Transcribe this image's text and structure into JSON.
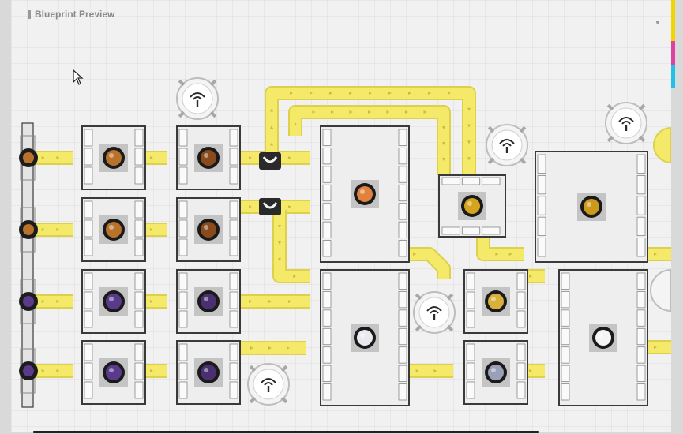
{
  "window": {
    "title": "Blueprint Preview"
  },
  "theme": {
    "belt": "#f5e96a",
    "belt_edge": "#dcd04c",
    "arrow": "#c9bd3a",
    "frame": "#3a3a3a",
    "machine_fill": "#eeeeee",
    "pad": "#c4c4c4",
    "accent_colors": [
      "#f2d400",
      "#e040a0",
      "#20c0e8"
    ]
  },
  "sources": [
    {
      "name": "source-1",
      "item": "copper-ore"
    },
    {
      "name": "source-2",
      "item": "copper-ore"
    },
    {
      "name": "source-3",
      "item": "purple-ore"
    },
    {
      "name": "source-4",
      "item": "purple-ore"
    }
  ],
  "machines": [
    {
      "name": "machine-crusher-1",
      "item": "copper-ore"
    },
    {
      "name": "machine-crusher-2",
      "item": "copper-ore"
    },
    {
      "name": "machine-crusher-3",
      "item": "purple-ore"
    },
    {
      "name": "machine-crusher-4",
      "item": "purple-ore"
    },
    {
      "name": "machine-refiner-1",
      "item": "copper-chunk"
    },
    {
      "name": "machine-refiner-2",
      "item": "copper-chunk"
    },
    {
      "name": "machine-refiner-3",
      "item": "purple-chunk"
    },
    {
      "name": "machine-refiner-4",
      "item": "purple-chunk"
    },
    {
      "name": "machine-cuber-top",
      "item": "copper-cube"
    },
    {
      "name": "machine-cuber-bottom",
      "item": "white-cube"
    },
    {
      "name": "machine-mixer",
      "item": "gold-ore"
    },
    {
      "name": "machine-large-right",
      "item": "gold-mix"
    },
    {
      "name": "machine-small-mid",
      "item": "gold-crystal"
    },
    {
      "name": "machine-small-lower",
      "item": "silver-crystal"
    },
    {
      "name": "machine-large-lower-right",
      "item": "white-gem"
    }
  ],
  "item_colors": {
    "copper-ore": "#b8722c",
    "copper-chunk": "#8a4a1c",
    "purple-ore": "#5a3a8a",
    "purple-chunk": "#4a3070",
    "copper-cube": "#e0823e",
    "white-cube": "#e8eaf0",
    "gold-ore": "#d6a31e",
    "gold-mix": "#cc9a1a",
    "gold-crystal": "#d8b03a",
    "silver-crystal": "#9aa0b8",
    "white-gem": "#f4f4f4"
  },
  "icons": [
    "antenna-icon",
    "item-icon",
    "cursor-icon",
    "splitter-icon",
    "belt-arrow-icon"
  ]
}
